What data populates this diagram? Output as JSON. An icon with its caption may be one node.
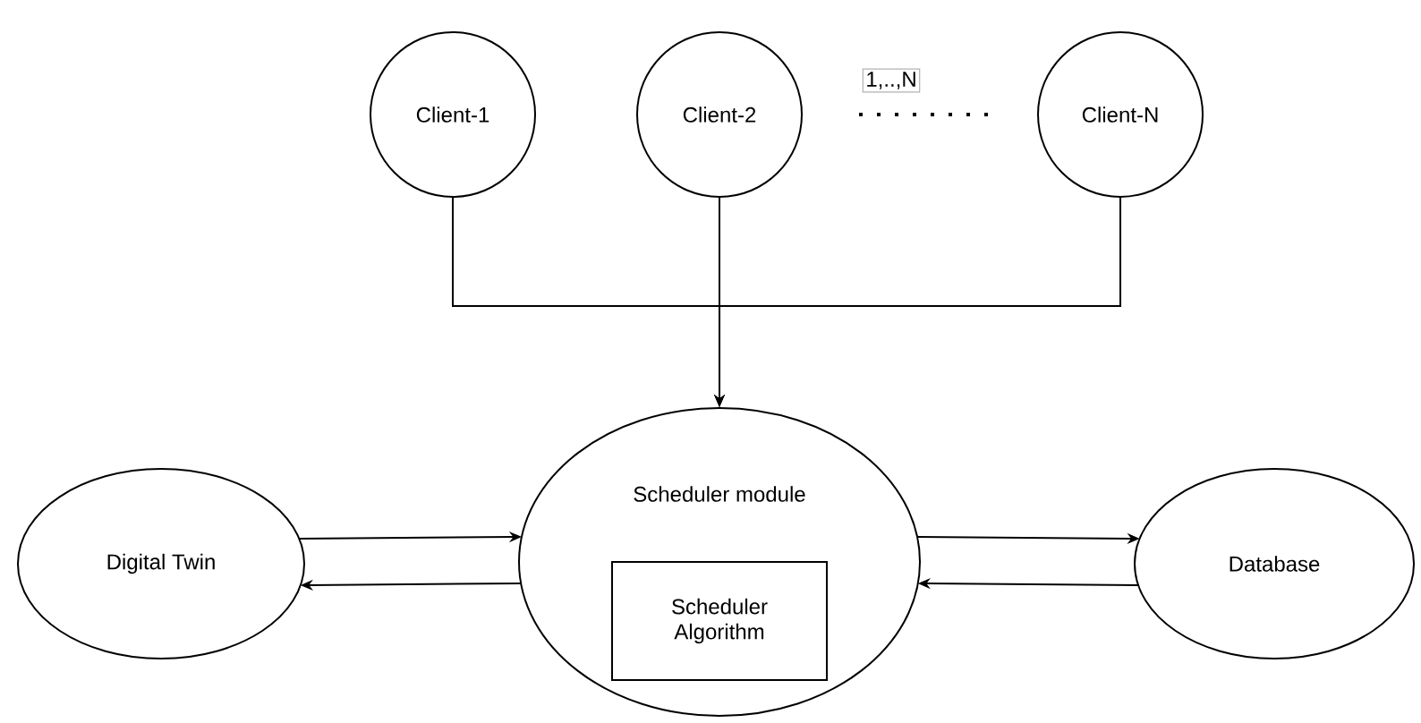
{
  "diagram": {
    "nodes": [
      {
        "text": [
          "Client-1"
        ]
      },
      {
        "text": [
          "Client-2"
        ]
      },
      {
        "text": [
          "Client-N"
        ]
      },
      {
        "text": [
          "Digital Twin"
        ]
      },
      {
        "text": [
          "Scheduler module"
        ]
      },
      {
        "text": [
          "Scheduler Algorithm"
        ],
        "in": 4
      },
      {
        "text": [
          "Database"
        ]
      }
    ],
    "edges": [
      {
        "from": 0,
        "to": 4,
        "arrow": "to"
      },
      {
        "from": 1,
        "to": 4,
        "arrow": "to"
      },
      {
        "from": 2,
        "to": 4,
        "arrow": "to"
      },
      {
        "from": 3,
        "to": 4,
        "arrow": "to"
      },
      {
        "from": 4,
        "to": 3,
        "arrow": "to"
      },
      {
        "from": 4,
        "to": 6,
        "arrow": "to"
      },
      {
        "from": 6,
        "to": 4,
        "arrow": "to"
      }
    ],
    "labels": [
      "1,..,N"
    ]
  }
}
